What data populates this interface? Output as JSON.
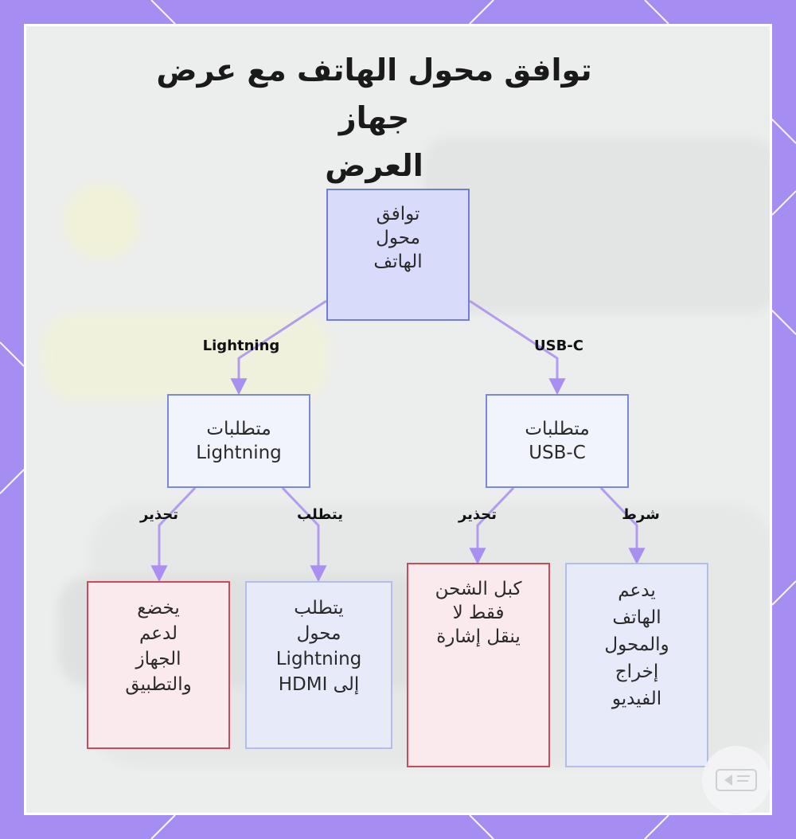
{
  "title": {
    "line1": "توافق محول الهاتف مع عرض جهاز",
    "line2": "العرض"
  },
  "nodes": {
    "root": [
      "توافق",
      "محول",
      "الهاتف"
    ],
    "lightning_req": [
      "متطلبات",
      "Lightning"
    ],
    "usbc_req": [
      "متطلبات",
      "USB-C"
    ],
    "lightning_warn": [
      "يخضع",
      "لدعم",
      "الجهاز",
      "والتطبيق"
    ],
    "lightning_adapter": [
      "يتطلب",
      "محول",
      "Lightning",
      "إلى HDMI"
    ],
    "usbc_warn": [
      "كبل الشحن",
      "فقط لا",
      "ينقل إشارة"
    ],
    "usbc_cond": [
      "يدعم",
      "الهاتف",
      "والمحول",
      "إخراج",
      "الفيديو"
    ]
  },
  "edges": {
    "lightning": "Lightning",
    "usbc": "USB-C",
    "lightning_warning": "تحذير",
    "lightning_requires": "يتطلب",
    "usbc_warning": "تحذير",
    "usbc_condition": "شرط"
  },
  "colors": {
    "frame": "#a58df2",
    "card": "#eceded",
    "edge": "#b39cf0",
    "root_fill": "#d9dbfb",
    "root_border": "#6f7fd8",
    "warn_border": "#c94a5c",
    "warn_fill": "#fbeaed",
    "info_fill": "#e7eaf9"
  },
  "icons": {
    "logo": "watermark-logo-icon"
  }
}
